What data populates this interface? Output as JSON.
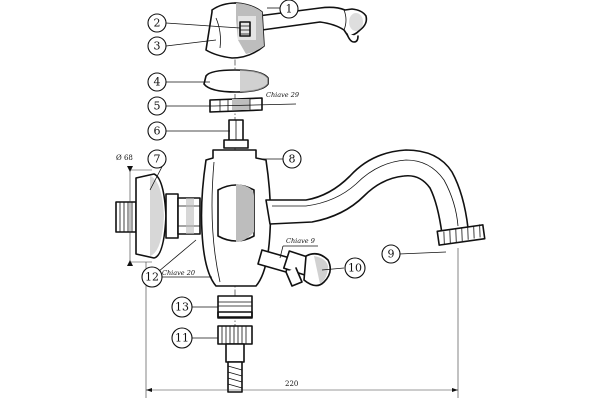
{
  "callouts": [
    {
      "id": 1,
      "label": "1"
    },
    {
      "id": 2,
      "label": "2"
    },
    {
      "id": 3,
      "label": "3"
    },
    {
      "id": 4,
      "label": "4"
    },
    {
      "id": 5,
      "label": "5"
    },
    {
      "id": 6,
      "label": "6"
    },
    {
      "id": 7,
      "label": "7"
    },
    {
      "id": 8,
      "label": "8"
    },
    {
      "id": 9,
      "label": "9"
    },
    {
      "id": 10,
      "label": "10"
    },
    {
      "id": 11,
      "label": "11"
    },
    {
      "id": 12,
      "label": "12"
    },
    {
      "id": 13,
      "label": "13"
    }
  ],
  "annotations": {
    "chiave_29": "Chiave 29",
    "chiave_9": "Chiave 9",
    "chiave_20": "Chiave 20",
    "diameter": "Ø 68",
    "width": "220"
  }
}
